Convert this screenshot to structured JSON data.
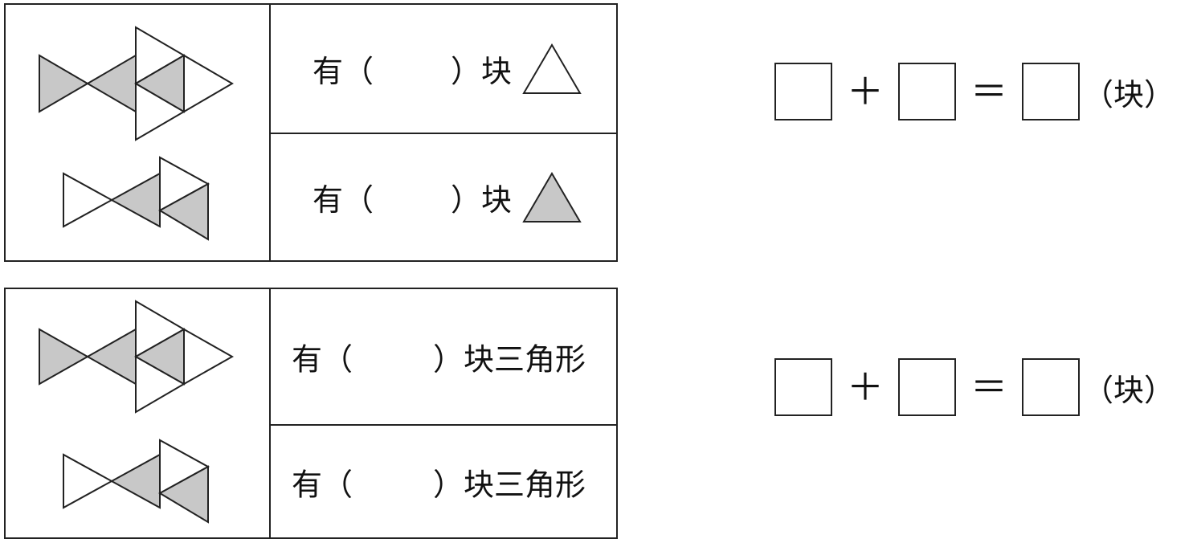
{
  "block1": {
    "rows": [
      {
        "prefix": "有（",
        "suffix": "）块",
        "shape": "white-triangle"
      },
      {
        "prefix": "有（",
        "suffix": "）块",
        "shape": "gray-triangle"
      }
    ]
  },
  "block2": {
    "rows": [
      {
        "prefix": "有（",
        "suffix": "）块三角形"
      },
      {
        "prefix": "有（",
        "suffix": "）块三角形"
      }
    ]
  },
  "equations": [
    {
      "plus": "＋",
      "equals": "＝",
      "unit": "（块）"
    },
    {
      "plus": "＋",
      "equals": "＝",
      "unit": "（块）"
    }
  ],
  "colors": {
    "shade": "#c8c8c8",
    "line": "#222222"
  }
}
